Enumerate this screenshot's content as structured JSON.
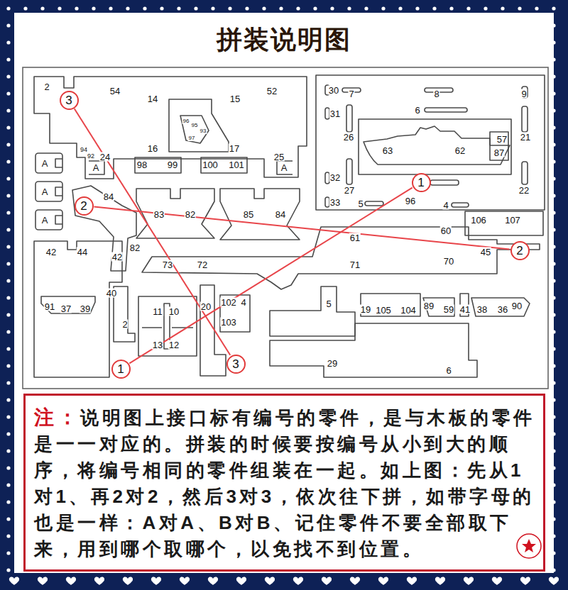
{
  "diagram": {
    "title": "拼装说明图",
    "nodes": [
      {
        "text": [
          "3"
        ]
      },
      {
        "text": [
          "1"
        ]
      },
      {
        "text": [
          "2"
        ]
      },
      {
        "text": [
          "2"
        ]
      },
      {
        "text": [
          "3"
        ]
      },
      {
        "text": [
          "1"
        ]
      },
      {
        "text": [
          "注：",
          "说明图上接口标有编号的零件，是与木板的零件是一一对应的。拼装的时候要按编号从小到大的顺序，将编号相同的零件组装在一起。如上图：先从1对1、再2对2，然后3对3，依次往下拼，如带字母的也是一样：A对A、B对B、记住零件不要全部取下来，用到哪个取哪个，以免找不到位置。"
        ]
      }
    ],
    "edges": [
      {
        "from": 0,
        "to": 4,
        "arrow": "none"
      },
      {
        "from": 2,
        "to": 3,
        "arrow": "none"
      },
      {
        "from": 1,
        "to": 5,
        "arrow": "none"
      }
    ],
    "labels": [
      "2",
      "54",
      "52",
      "14",
      "15",
      "96",
      "95",
      "93",
      "97",
      "16",
      "17",
      "94",
      "92",
      "24",
      "25",
      "A",
      "98",
      "99",
      "100",
      "101",
      "A",
      "A",
      "A",
      "A",
      "84",
      "83",
      "82",
      "85",
      "84",
      "42",
      "44",
      "42",
      "82",
      "73",
      "72",
      "61",
      "60",
      "71",
      "70",
      "45",
      "30",
      "7",
      "8",
      "9",
      "31",
      "6",
      "26",
      "21",
      "63",
      "62",
      "57",
      "87",
      "32",
      "27",
      "22",
      "33",
      "5",
      "96",
      "4",
      "106",
      "107",
      "91",
      "37",
      "39",
      "40",
      "2",
      "11",
      "10",
      "13",
      "12",
      "20",
      "102",
      "4",
      "103",
      "5",
      "19",
      "105",
      "104",
      "89",
      "59",
      "41",
      "38",
      "36",
      "90",
      "29",
      "6"
    ]
  }
}
